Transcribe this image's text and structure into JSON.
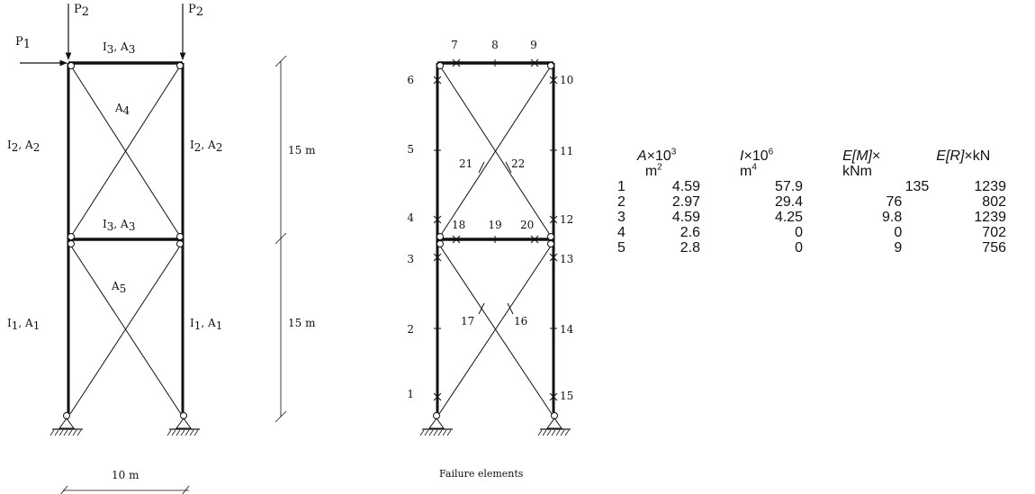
{
  "left_frame": {
    "loads": {
      "p1": "P",
      "p1_sub": "1",
      "p2": "P",
      "p2_sub": "2"
    },
    "members": {
      "top_beam": {
        "i": "I",
        "i_sub": "3",
        "a": "A",
        "a_sub": "3"
      },
      "mid_beam": {
        "i": "I",
        "i_sub": "3",
        "a": "A",
        "a_sub": "3"
      },
      "upper_left_col": {
        "i": "I",
        "i_sub": "2",
        "a": "A",
        "a_sub": "2"
      },
      "upper_right_col": {
        "i": "I",
        "i_sub": "2",
        "a": "A",
        "a_sub": "2"
      },
      "lower_left_col": {
        "i": "I",
        "i_sub": "1",
        "a": "A",
        "a_sub": "1"
      },
      "lower_right_col": {
        "i": "I",
        "i_sub": "1",
        "a": "A",
        "a_sub": "1"
      },
      "upper_brace": {
        "a": "A",
        "a_sub": "4"
      },
      "lower_brace": {
        "a": "A",
        "a_sub": "5"
      }
    },
    "dimensions": {
      "upper_height": "15 m",
      "lower_height": "15 m",
      "width": "10 m"
    }
  },
  "right_frame": {
    "caption": "Failure elements",
    "element_numbers": [
      "1",
      "2",
      "3",
      "4",
      "5",
      "6",
      "7",
      "8",
      "9",
      "10",
      "11",
      "12",
      "13",
      "14",
      "15",
      "16",
      "17",
      "18",
      "19",
      "20",
      "21",
      "22"
    ]
  },
  "table": {
    "headers": [
      {
        "sym": "A",
        "op": "×",
        "unit_line": "10",
        "exp": "3",
        "unit2": "m",
        "unit2_exp": "2"
      },
      {
        "sym": "I",
        "op": "×",
        "unit_line": "10",
        "exp": "6",
        "unit2": "m",
        "unit2_exp": "4"
      },
      {
        "sym": "E[M]",
        "op": "×",
        "unit_line": "",
        "exp": "",
        "unit2": "kNm",
        "unit2_exp": ""
      },
      {
        "sym": "E[R]",
        "op": "×",
        "unit_line": "kN",
        "exp": "",
        "unit2": "",
        "unit2_exp": ""
      }
    ],
    "rows": [
      {
        "id": "1",
        "a": "4.59",
        "i": "57.9",
        "em": "135",
        "er": "1239"
      },
      {
        "id": "2",
        "a": "2.97",
        "i": "29.4",
        "em": "76",
        "er": "802"
      },
      {
        "id": "3",
        "a": "4.59",
        "i": "4.25",
        "em": "9.8",
        "er": "1239"
      },
      {
        "id": "4",
        "a": "2.6",
        "i": "0",
        "em": "0",
        "er": "702"
      },
      {
        "id": "5",
        "a": "2.8",
        "i": "0",
        "em": "9",
        "er": "756"
      }
    ]
  }
}
